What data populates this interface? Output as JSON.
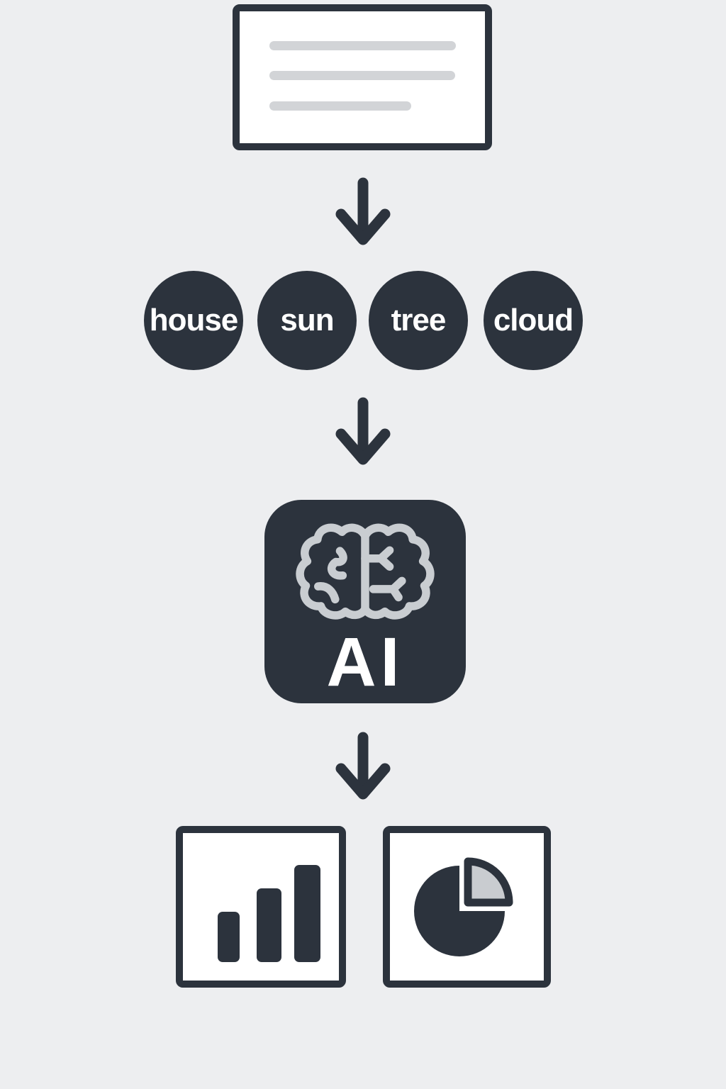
{
  "colors": {
    "background": "#edeef0",
    "ink": "#2c333d",
    "card-bg": "#ffffff",
    "card-line": "#d2d4d7",
    "brain-stroke": "#c9cdd1",
    "slice-fill": "#c9ccd0",
    "label-text": "#ffffff"
  },
  "flow": {
    "arrow_icon": "arrow-down-icon",
    "arrow_count": 3
  },
  "input_document": {
    "icon": "document-card-icon",
    "placeholder_line_count": 3
  },
  "word_circles": {
    "items": [
      {
        "label": "house"
      },
      {
        "label": "sun"
      },
      {
        "label": "tree"
      },
      {
        "label": "cloud"
      }
    ]
  },
  "ai_box": {
    "label": "AI",
    "icon": "brain-icon"
  },
  "outputs": {
    "items": [
      {
        "icon": "bar-chart-icon"
      },
      {
        "icon": "pie-chart-icon"
      }
    ]
  }
}
